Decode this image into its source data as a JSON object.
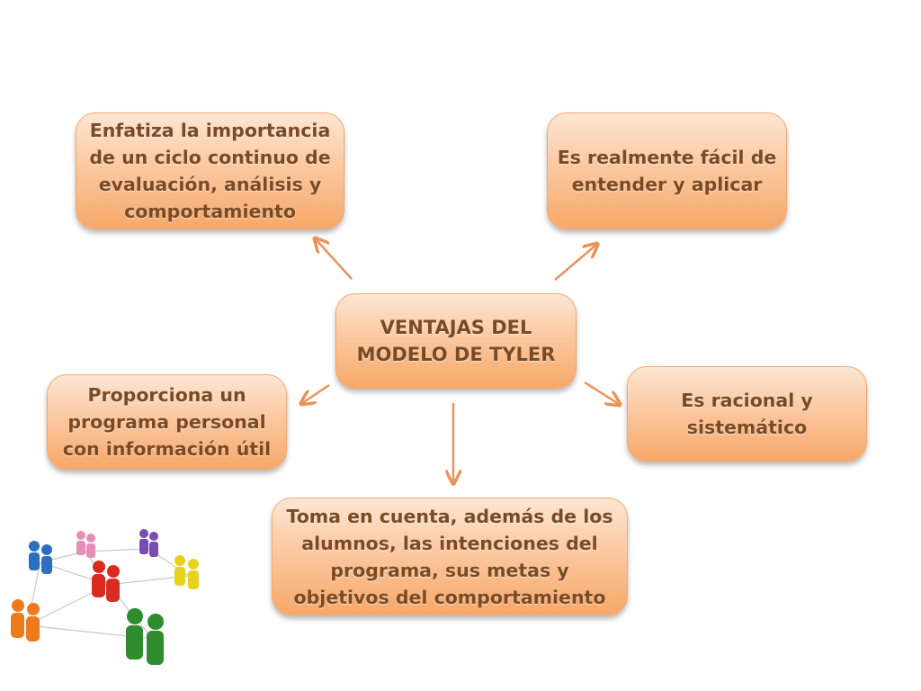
{
  "diagram": {
    "center": "VENTAJAS DEL MODELO DE TYLER",
    "nodes": {
      "top_left": "Enfatiza la importancia de un ciclo continuo de evaluación, análisis y comportamiento",
      "top_right": "Es realmente fácil de entender y aplicar",
      "left": "Proporciona un programa personal con información útil",
      "right": "Es racional y sistemático",
      "bottom": "Toma en cuenta, además de los alumnos, las intenciones del programa, sus metas y objetivos del comportamiento"
    },
    "colors": {
      "node_fill": "#fbc79f",
      "node_text": "#7a4a24",
      "arrow": "#e8935a"
    },
    "illustration": "people-network-icon"
  }
}
